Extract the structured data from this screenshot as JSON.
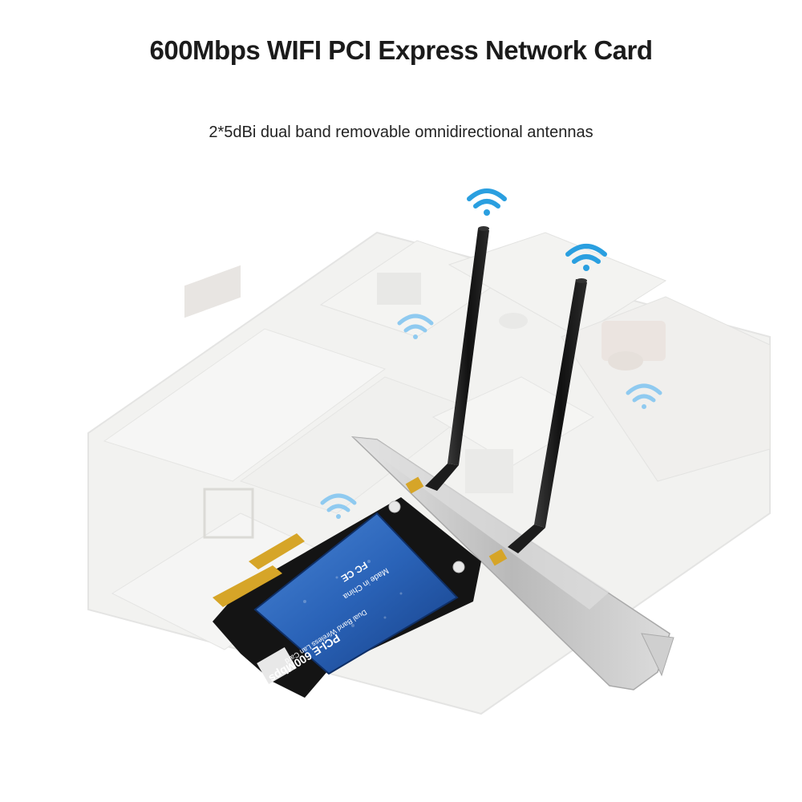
{
  "header": {
    "title": "600Mbps WIFI PCI Express Network Card",
    "subtitle": "2*5dBi dual band removable omnidirectional antennas"
  },
  "card_label": {
    "line1": "PCI-E 600Mbps",
    "line2": "Dual Band Wireless Lan Card",
    "line3": "Made in China",
    "line4": "FC CE"
  },
  "colors": {
    "wifi": "#2a9fe0",
    "antenna": "#1a1a1a",
    "pcb": "#141414",
    "label": "#2a63b8",
    "bracket": "#c9c9c9"
  }
}
